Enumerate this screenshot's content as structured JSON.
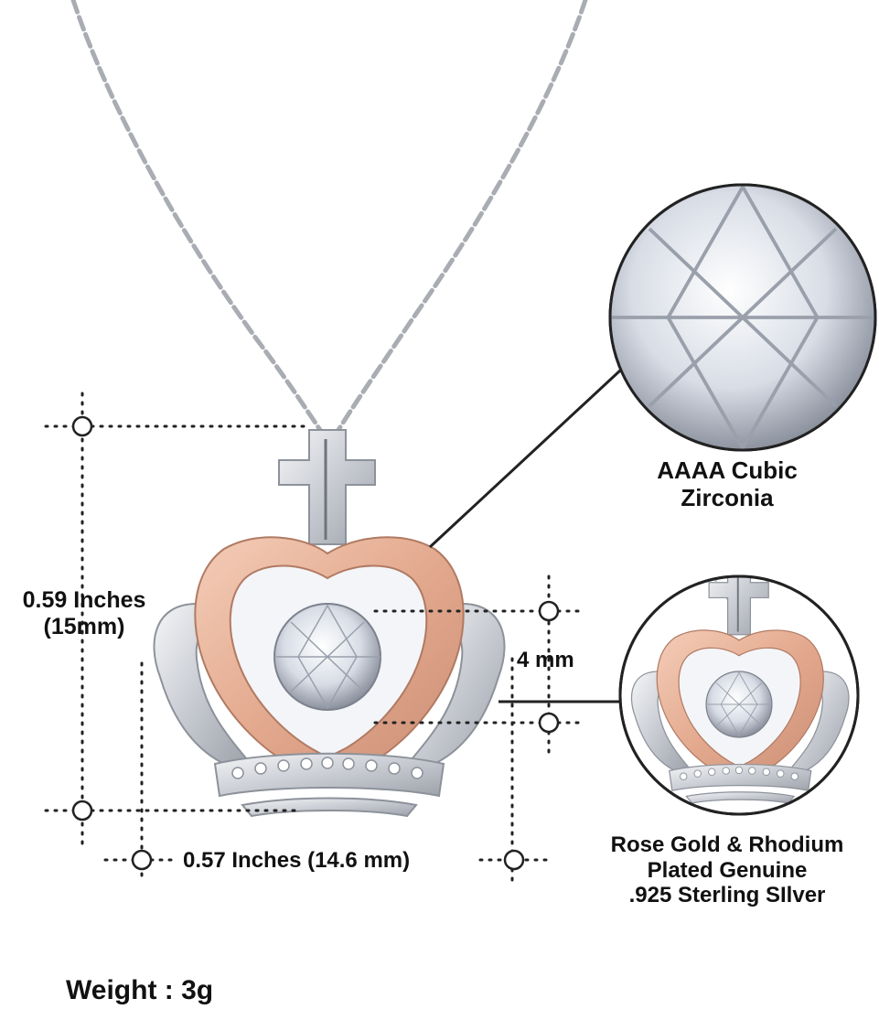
{
  "dimensions": {
    "height_line1": "0.59 Inches",
    "height_line2": "(15mm)",
    "width_label": "0.57 Inches (14.6 mm)",
    "stone_label": "4 mm"
  },
  "callouts": {
    "zirconia_line1": "AAAA Cubic",
    "zirconia_line2": "Zirconia",
    "metal_line1": "Rose Gold & Rhodium",
    "metal_line2": "Plated Genuine",
    "metal_line3": ".925  Sterling SIlver"
  },
  "weight_label": "Weight : 3g",
  "colors": {
    "rose_gold": "#e8b49c",
    "silver": "#d9dbe0",
    "guide_dots": "#222222"
  }
}
